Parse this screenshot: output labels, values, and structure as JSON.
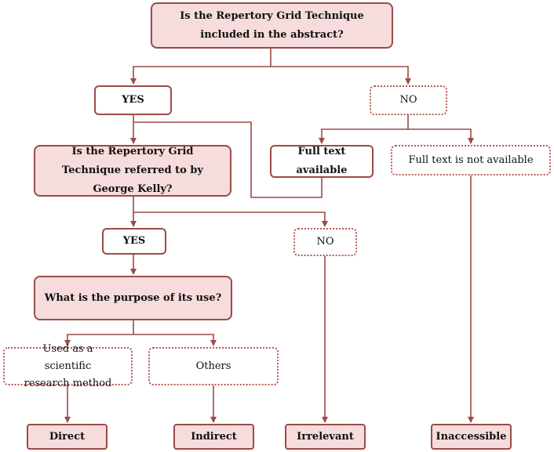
{
  "q1": "Is the Repertory Grid Technique included in the abstract?",
  "yes1": "YES",
  "no1": "NO",
  "full_text_available": "Full text available",
  "full_text_not_available": "Full text is not available",
  "q2": "Is the Repertory Grid Technique referred to by George Kelly?",
  "yes2": "YES",
  "no2": "NO",
  "q3": "What is the purpose of its use?",
  "used_as_method": "Used as a scientific research method",
  "others": "Others",
  "outcomes": {
    "direct": "Direct",
    "indirect": "Indirect",
    "irrelevant": "Irrelevant",
    "inaccessible": "Inaccessible"
  }
}
